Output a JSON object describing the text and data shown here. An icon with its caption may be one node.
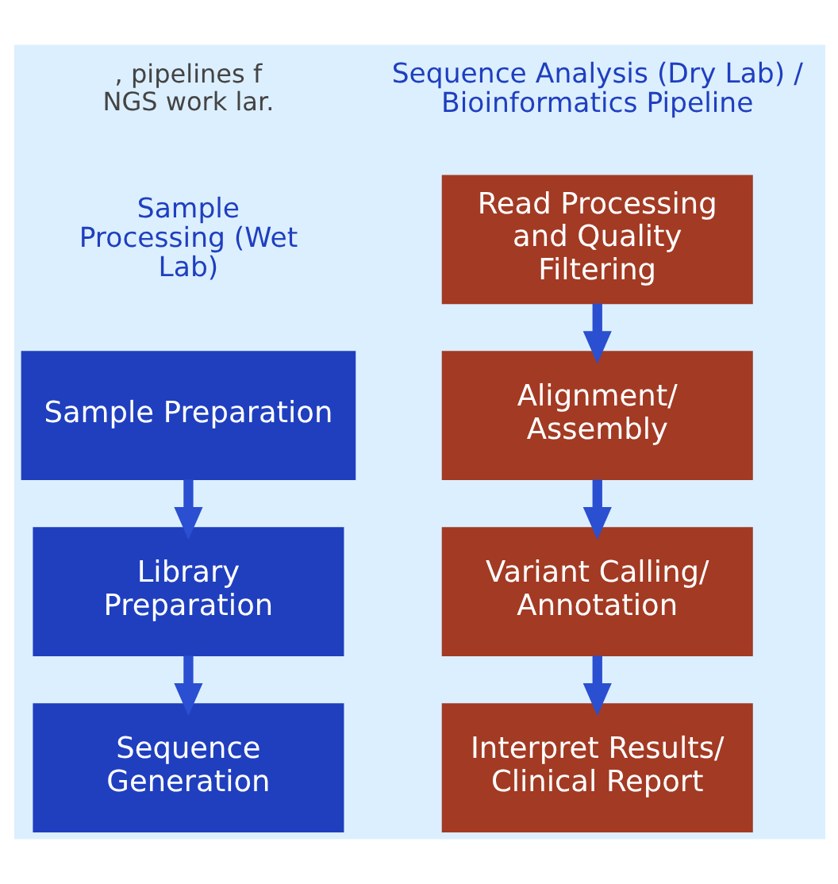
{
  "diagram": {
    "nodes": [
      {
        "text": [
          "Sample Preparation"
        ]
      },
      {
        "text": [
          "Library Preparation"
        ]
      },
      {
        "text": [
          "Sequence Generation"
        ]
      },
      {
        "text": [
          "Read Processing and Quality Filtering"
        ]
      },
      {
        "text": [
          "Alignment/ Assembly"
        ]
      },
      {
        "text": [
          "Variant Calling/ Annotation"
        ]
      },
      {
        "text": [
          "Interpret Results/ Clinical Report"
        ]
      }
    ],
    "edges": [
      {
        "from": 0,
        "to": 1,
        "arrow": "to"
      },
      {
        "from": 1,
        "to": 2,
        "arrow": "to"
      },
      {
        "from": 3,
        "to": 4,
        "arrow": "to"
      },
      {
        "from": 4,
        "to": 5,
        "arrow": "to"
      },
      {
        "from": 5,
        "to": 6,
        "arrow": "to"
      }
    ],
    "labels": [
      ", pipelines f NGS work lar.",
      "Sample Processing (Wet Lab)",
      "Sequence Analysis (Dry Lab) / Bioinformatics Pipeline"
    ]
  }
}
